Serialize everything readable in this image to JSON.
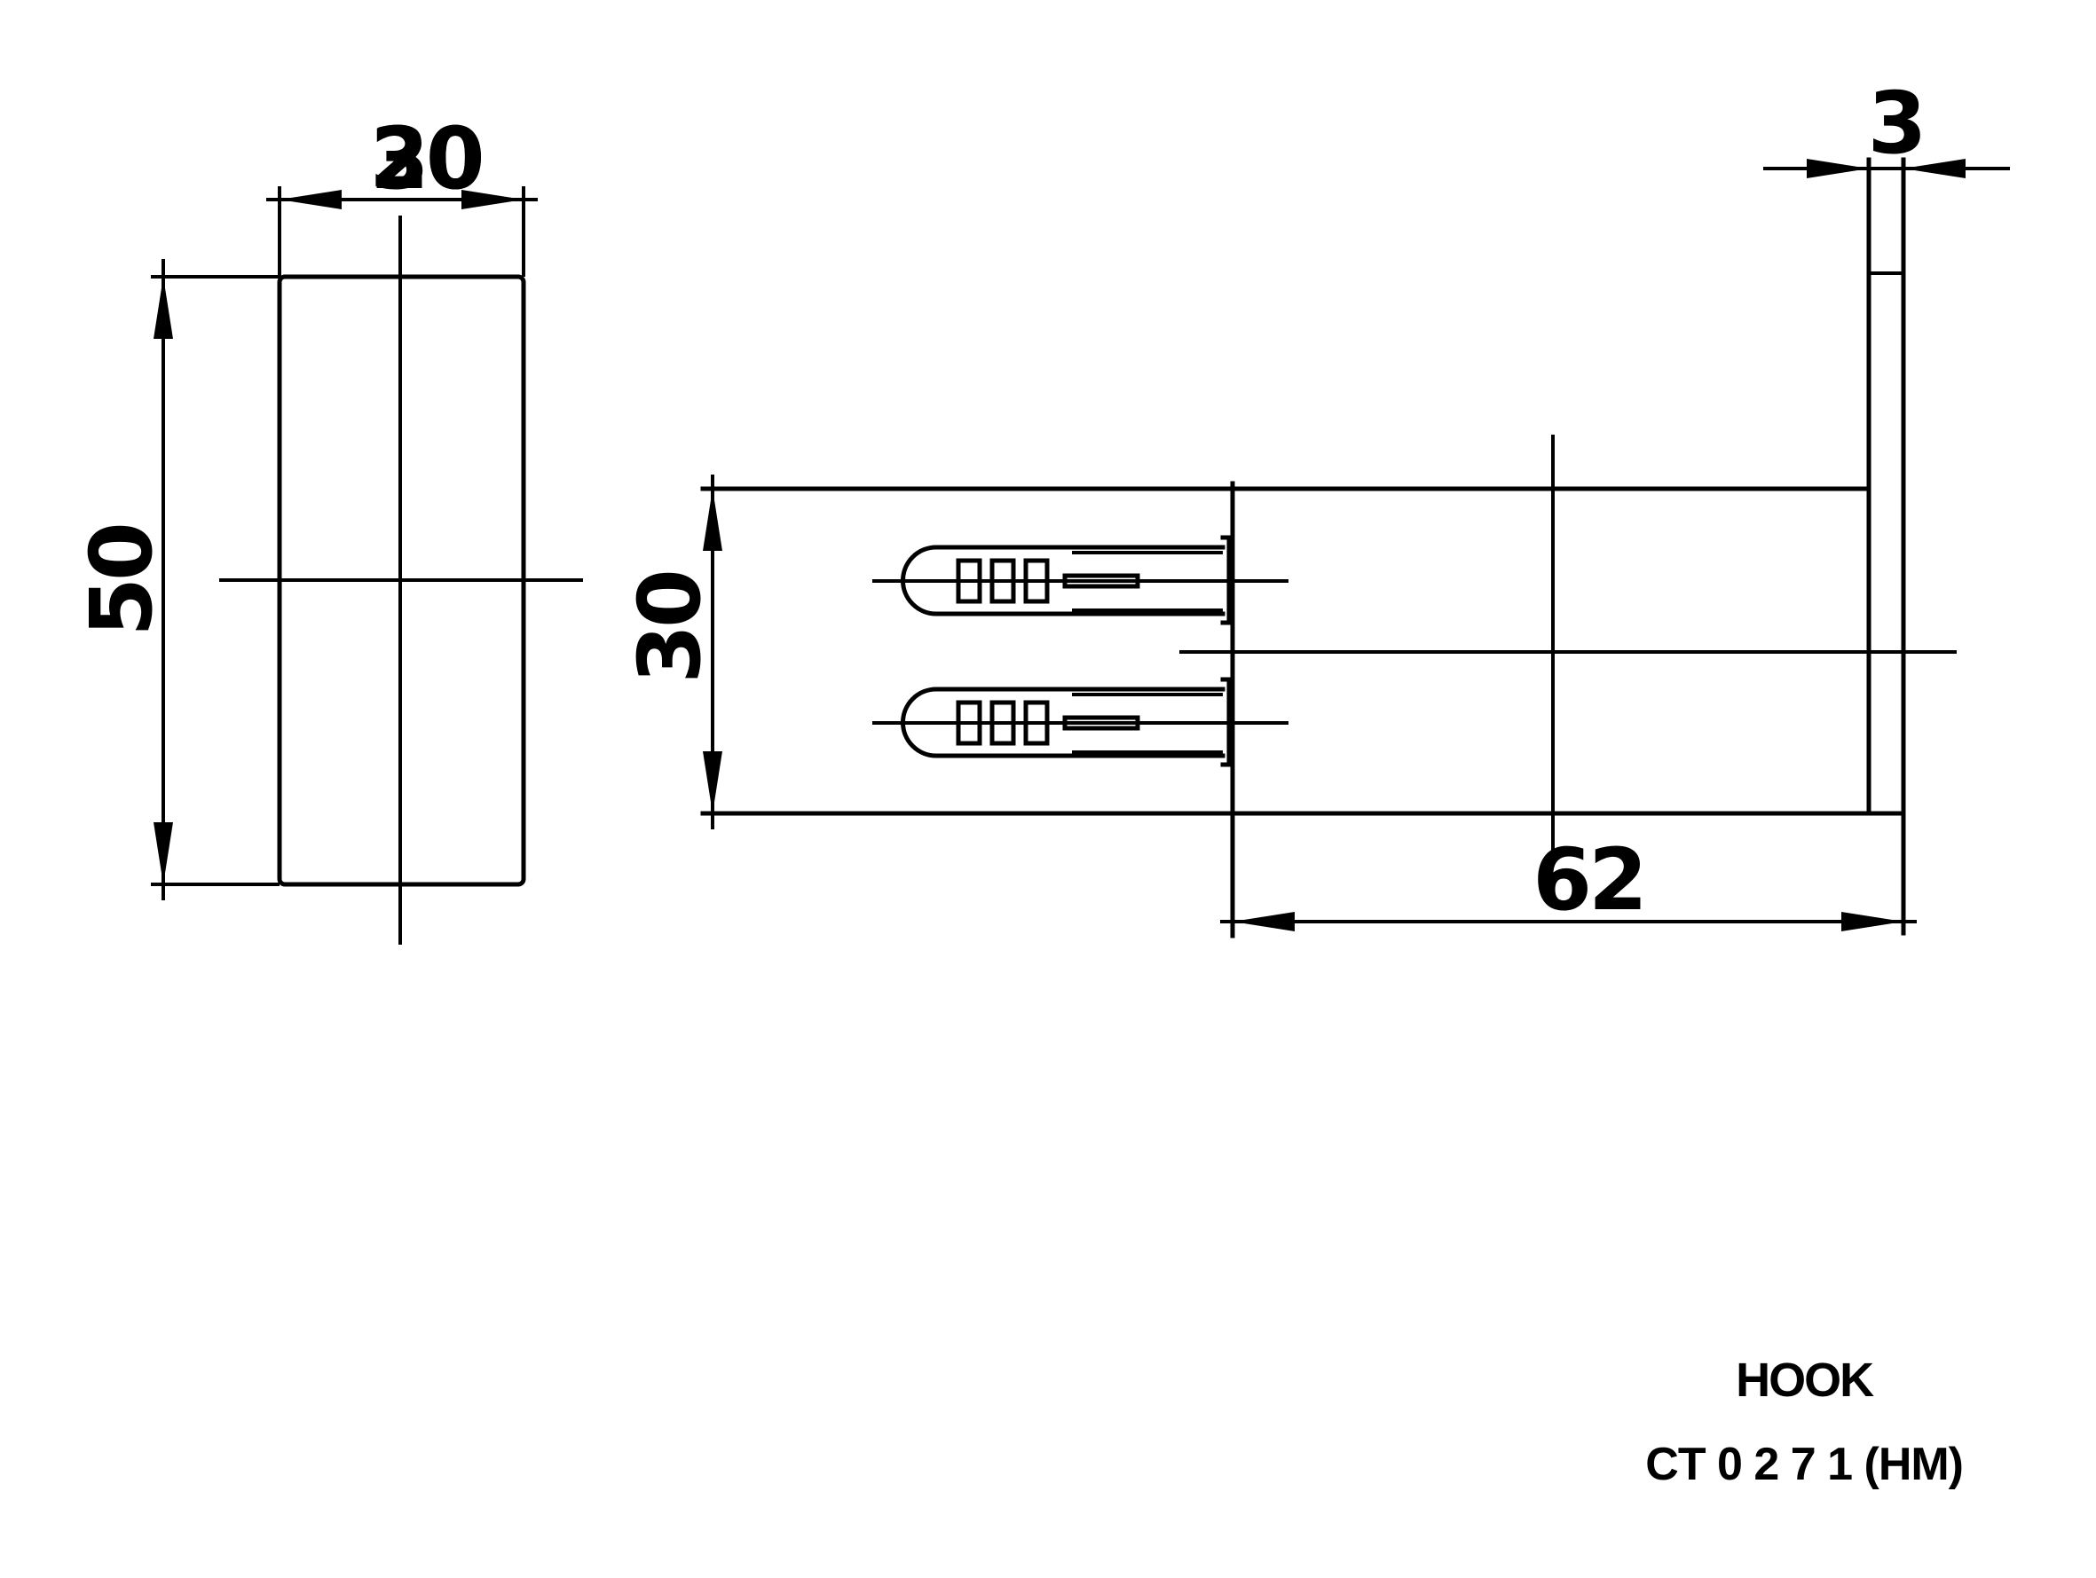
{
  "drawing": {
    "dimensions": {
      "front_width_a": "20",
      "front_width_b": "30",
      "front_height": "50",
      "side_height": "30",
      "side_length": "62",
      "plate_thickness": "3"
    }
  },
  "title_block": {
    "name": "HOOK",
    "code": "CT 0 2 7 1 (HM)"
  }
}
